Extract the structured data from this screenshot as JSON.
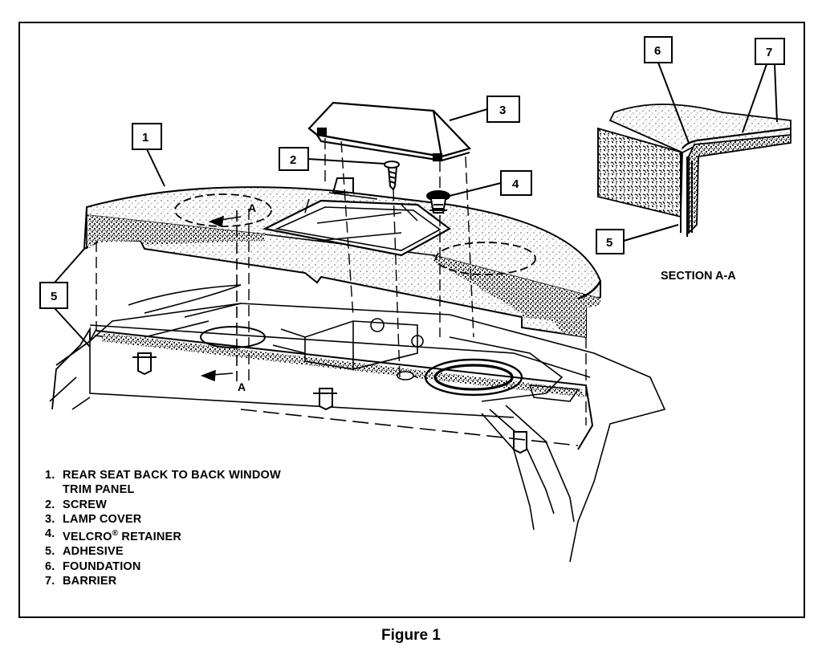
{
  "figure": {
    "caption": "Figure 1",
    "section_label": "SECTION A-A",
    "section_arrow_letter": "A",
    "callouts": [
      "1",
      "2",
      "3",
      "4",
      "5",
      "5",
      "6",
      "7"
    ]
  },
  "legend": {
    "items": [
      {
        "num": "1.",
        "text": "REAR SEAT BACK TO BACK WINDOW",
        "cont": "TRIM PANEL"
      },
      {
        "num": "2.",
        "text": "SCREW"
      },
      {
        "num": "3.",
        "text": "LAMP COVER"
      },
      {
        "num": "4.",
        "text": "VELCRO",
        "sup": "®",
        "suffix": " RETAINER"
      },
      {
        "num": "5.",
        "text": "ADHESIVE"
      },
      {
        "num": "6.",
        "text": "FOUNDATION"
      },
      {
        "num": "7.",
        "text": "BARRIER"
      }
    ]
  }
}
